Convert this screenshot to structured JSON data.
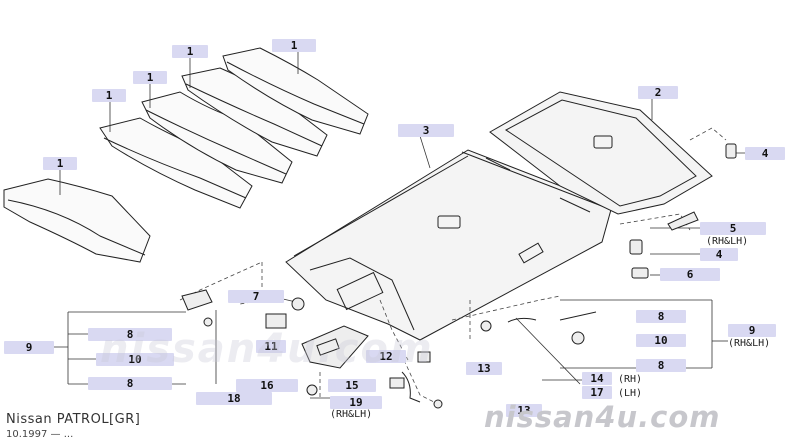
{
  "catalog": {
    "title": "Nissan PATROL[GR]",
    "date": "10.1997 — ...",
    "watermark": "nissan4u.com"
  },
  "callouts": {
    "c1a": "1",
    "c1b": "1",
    "c1c": "1",
    "c1d": "1",
    "c1e": "1",
    "c2": "2",
    "c3": "3",
    "c4a": "4",
    "c4b": "4",
    "c5": "5",
    "c6": "6",
    "c7": "7",
    "c8a": "8",
    "c8b": "8",
    "c8c": "8",
    "c8d": "8",
    "c9a": "9",
    "c9b": "9",
    "c10a": "10",
    "c10b": "10",
    "c11": "11",
    "c12": "12",
    "c13a": "13",
    "c13b": "13",
    "c14": "14",
    "c15": "15",
    "c16": "16",
    "c17": "17",
    "c18": "18",
    "c19": "19"
  },
  "notes": {
    "rhlh_5": "(RH&LH)",
    "rhlh_9": "(RH&LH)",
    "rhlh_19": "(RH&LH)",
    "rh_14": "(RH)",
    "lh_17": "(LH)"
  }
}
